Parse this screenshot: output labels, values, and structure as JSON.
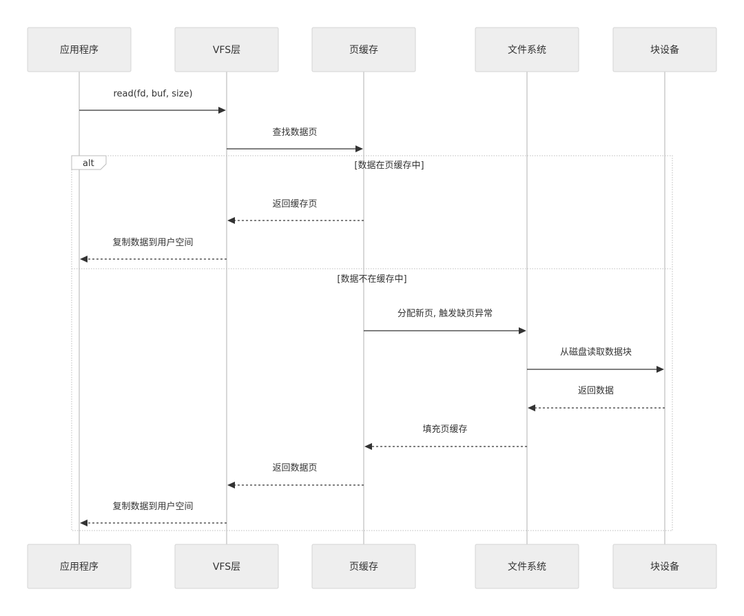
{
  "participants": [
    {
      "id": "app",
      "label": "应用程序"
    },
    {
      "id": "vfs",
      "label": "VFS层"
    },
    {
      "id": "pcache",
      "label": "页缓存"
    },
    {
      "id": "fs",
      "label": "文件系统"
    },
    {
      "id": "blk",
      "label": "块设备"
    }
  ],
  "messages": [
    {
      "from": "app",
      "to": "vfs",
      "label": "read(fd, buf, size)",
      "style": "solid"
    },
    {
      "from": "vfs",
      "to": "pcache",
      "label": "查找数据页",
      "style": "solid"
    },
    {
      "from": "pcache",
      "to": "vfs",
      "label": "返回缓存页",
      "style": "dashed"
    },
    {
      "from": "vfs",
      "to": "app",
      "label": "复制数据到用户空间",
      "style": "dashed"
    },
    {
      "from": "pcache",
      "to": "fs",
      "label": "分配新页, 触发缺页异常",
      "style": "solid"
    },
    {
      "from": "fs",
      "to": "blk",
      "label": "从磁盘读取数据块",
      "style": "solid"
    },
    {
      "from": "blk",
      "to": "fs",
      "label": "返回数据",
      "style": "dashed"
    },
    {
      "from": "fs",
      "to": "pcache",
      "label": "填充页缓存",
      "style": "dashed"
    },
    {
      "from": "pcache",
      "to": "vfs",
      "label": "返回数据页",
      "style": "dashed"
    },
    {
      "from": "vfs",
      "to": "app",
      "label": "复制数据到用户空间",
      "style": "dashed"
    }
  ],
  "alt_frame": {
    "kind": "alt",
    "branches": [
      {
        "condition": "[数据在页缓存中]"
      },
      {
        "condition": "[数据不在缓存中]"
      }
    ]
  }
}
